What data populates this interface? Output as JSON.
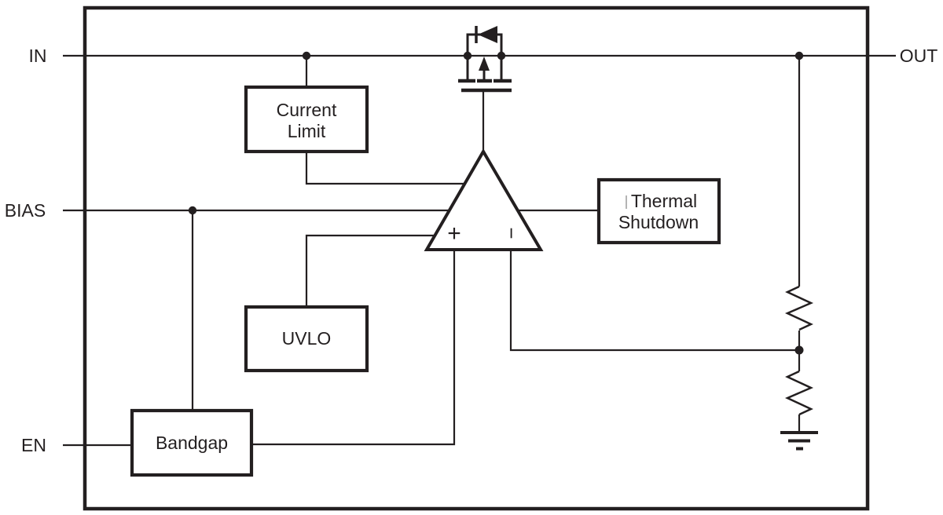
{
  "diagram": {
    "kind": "ldo-functional-block-diagram",
    "pins": {
      "in": "IN",
      "out": "OUT",
      "bias": "BIAS",
      "en": "EN"
    },
    "blocks": {
      "current_limit": {
        "line1": "Current",
        "line2": "Limit"
      },
      "uvlo": {
        "label": "UVLO"
      },
      "bandgap": {
        "label": "Bandgap"
      },
      "thermal_shutdown": {
        "line1": "Thermal",
        "line2": "Shutdown"
      }
    },
    "amplifier": {
      "plus": "+",
      "minus": "−"
    },
    "symbols": [
      "pmos-pass-fet",
      "body-diode",
      "feedback-divider",
      "ground"
    ],
    "colors": {
      "line": "#231F20",
      "background": "#FFFFFF",
      "stray_mark": "#9B9B9B"
    }
  }
}
